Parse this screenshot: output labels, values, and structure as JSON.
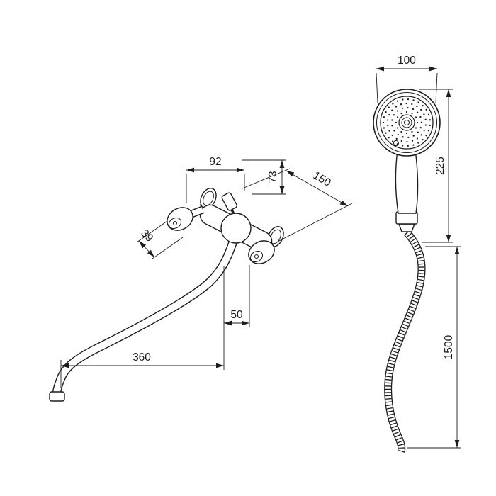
{
  "drawing": {
    "faucet": {
      "width": "92",
      "height": "73",
      "wall_offset": "150",
      "handle_diameter": "39",
      "spout_offset": "50",
      "spout_length": "360"
    },
    "shower": {
      "head_diameter": "100",
      "head_length": "225",
      "hose_length": "1500"
    },
    "colors": {
      "line": "#1d1d1d",
      "background": "#ffffff"
    }
  }
}
